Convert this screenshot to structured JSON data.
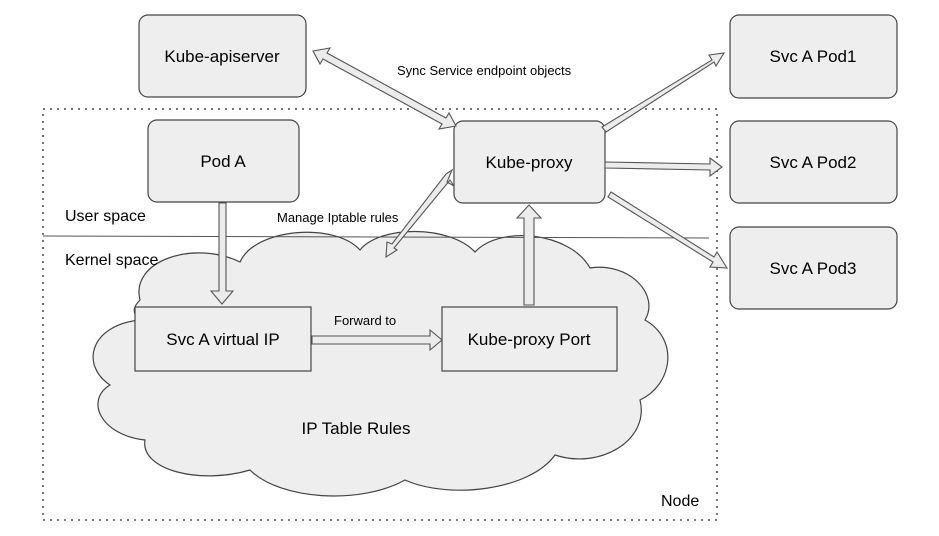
{
  "nodes": {
    "apiserver": "Kube-apiserver",
    "pod_a": "Pod A",
    "kube_proxy": "Kube-proxy",
    "svc_pod1": "Svc A Pod1",
    "svc_pod2": "Svc A Pod2",
    "svc_pod3": "Svc A Pod3",
    "svc_virtual_ip": "Svc A virtual IP",
    "kube_proxy_port": "Kube-proxy Port"
  },
  "labels": {
    "sync": "Sync Service endpoint objects",
    "manage": "Manage Iptable rules",
    "forward": "Forward to",
    "user_space": "User space",
    "kernel_space": "Kernel space",
    "ip_table_rules": "IP Table Rules",
    "node": "Node"
  },
  "colors": {
    "box_fill": "#eeeeee",
    "cloud_fill": "#eeeeee",
    "stroke": "#3a3a3a",
    "arrow_fill": "#ececec"
  }
}
